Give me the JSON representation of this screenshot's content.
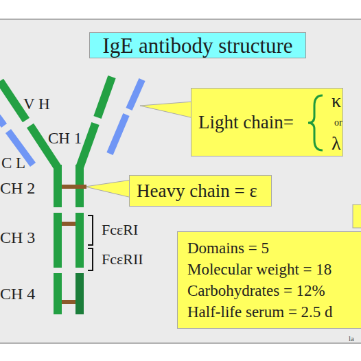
{
  "diagram": {
    "title": "IgE antibody structure",
    "nodes": [
      {
        "text": [
          "Light chain=",
          "κ",
          "or",
          "λ"
        ]
      },
      {
        "text": [
          "Heavy chain = ε"
        ]
      },
      {
        "text": [
          "Domains = 5",
          "Molecular weight = 18",
          "Carbohydrates = 12%",
          "Half-life serum = 2.5 d"
        ]
      }
    ],
    "labels": [
      "V H",
      "CH 1",
      "C L",
      "CH 2",
      "CH 3",
      "CH 4",
      "FcεRI",
      "FcεRII",
      "la"
    ]
  }
}
